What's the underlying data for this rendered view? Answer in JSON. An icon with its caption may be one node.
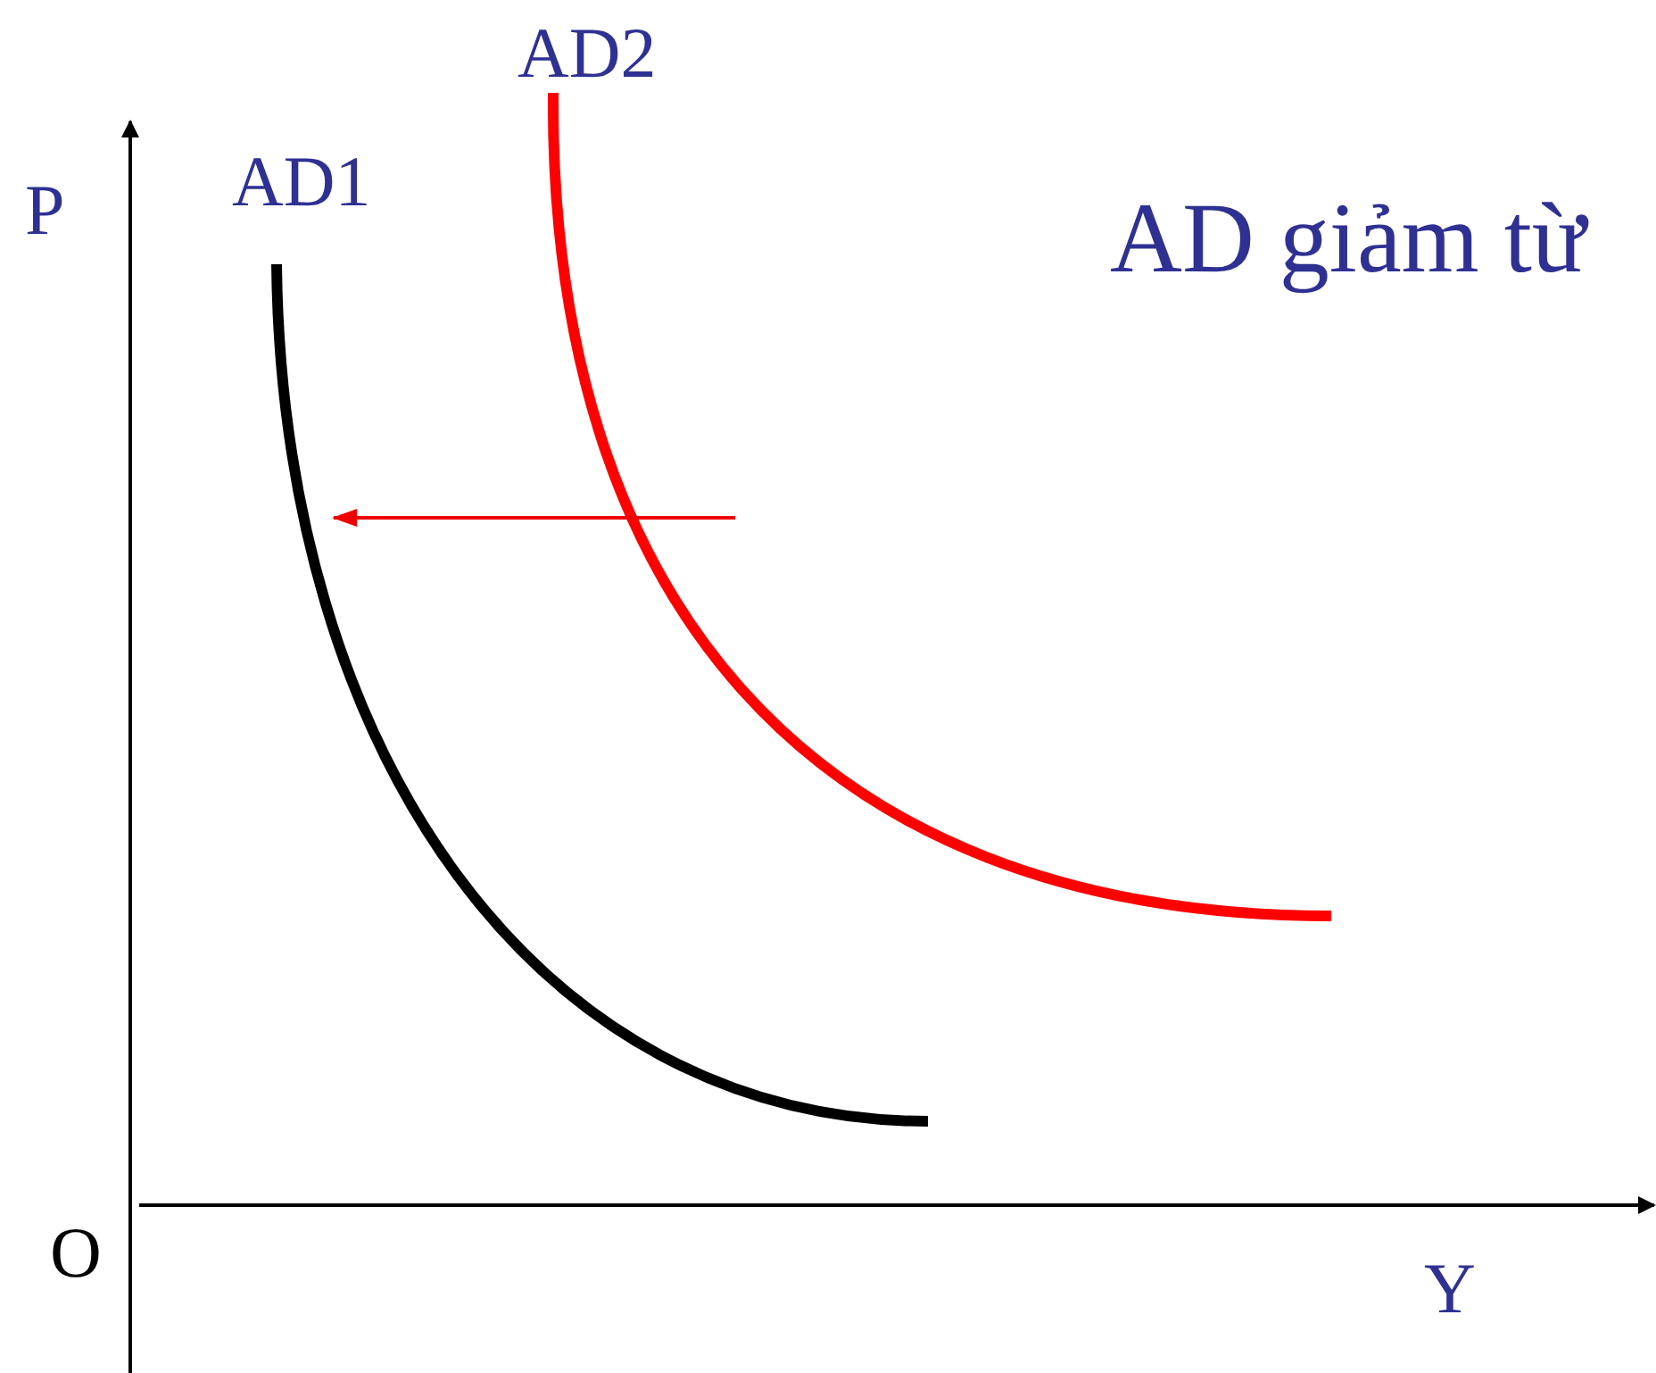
{
  "diagram": {
    "labels": [
      "AD2",
      "AD1",
      "P",
      "AD giảm từ",
      "O",
      "Y"
    ]
  }
}
